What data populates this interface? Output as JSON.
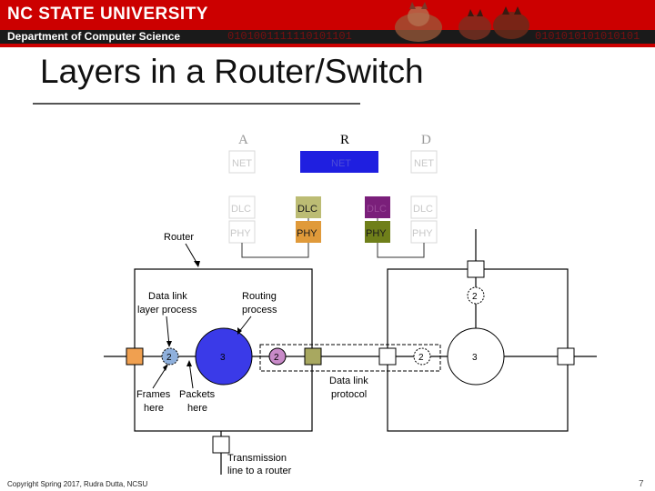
{
  "banner": {
    "university": "NC STATE UNIVERSITY",
    "department": "Department of Computer Science",
    "bits_left": "0101001111110101101",
    "bits_right": "0101010101010101"
  },
  "slide": {
    "title": "Layers in a Router/Switch",
    "copyright": "Copyright Spring 2017, Rudra Dutta, NCSU",
    "page_number": "7"
  },
  "stack": {
    "nodes": {
      "a": "A",
      "r": "R",
      "d": "D"
    },
    "layers": {
      "net": "NET",
      "dlc": "DLC",
      "phy": "PHY"
    },
    "colors": {
      "net_r": "#1f1fe0",
      "dlc_r_left": "#bcbc74",
      "dlc_r_right": "#7a1f7a",
      "phy_r_left": "#e09a3a",
      "phy_r_right": "#6f7f1a",
      "faded_text": "#c8c8c8"
    }
  },
  "figure": {
    "router_label": "Router",
    "dl_process_label_1": "Data link",
    "dl_process_label_2": "layer process",
    "routing_label_1": "Routing",
    "routing_label_2": "process",
    "frames_label_1": "Frames",
    "frames_label_2": "here",
    "packets_label_1": "Packets",
    "packets_label_2": "here",
    "protocol_label_1": "Data link",
    "protocol_label_2": "protocol",
    "transmission_label_1": "Transmission",
    "transmission_label_2": "line to a router",
    "num_2": "2",
    "num_3": "3",
    "colors": {
      "routing_circle": "#3a3ae8",
      "dl_circle": "#8fb0dc",
      "purple_circle": "#c88ac8",
      "orange_box": "#f0a050",
      "olive_box": "#a8a860"
    }
  }
}
